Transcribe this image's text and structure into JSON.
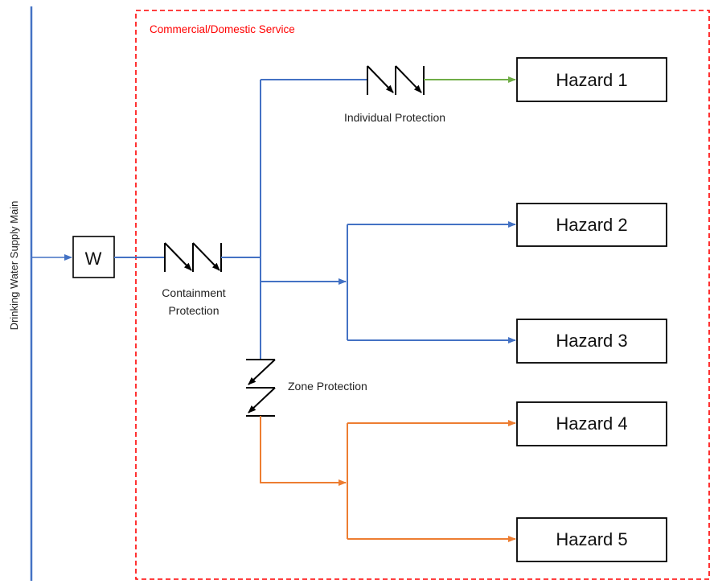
{
  "diagram": {
    "service_label": "Commercial/Domestic Service",
    "supply_main_label": "Drinking Water Supply Main",
    "meter_label": "W",
    "containment_label_line1": "Containment",
    "containment_label_line2": "Protection",
    "individual_label": "Individual Protection",
    "zone_label": "Zone Protection",
    "hazards": [
      "Hazard 1",
      "Hazard 2",
      "Hazard 3",
      "Hazard 4",
      "Hazard 5"
    ]
  },
  "colors": {
    "supply_line": "#4472c4",
    "boundary": "#ff0000",
    "individual_branch": "#70ad47",
    "zone_branch": "#ed7d31",
    "valve": "#000000"
  }
}
